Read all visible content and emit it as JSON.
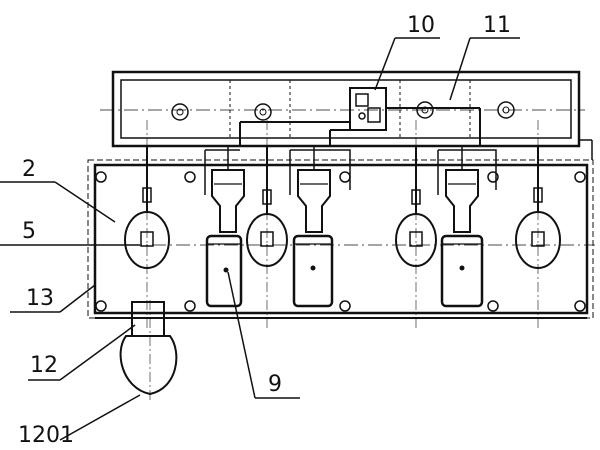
{
  "labels": {
    "l10": "10",
    "l11": "11",
    "l2": "2",
    "l5": "5",
    "l13": "13",
    "l12": "12",
    "l9": "9",
    "l1201": "1201"
  }
}
